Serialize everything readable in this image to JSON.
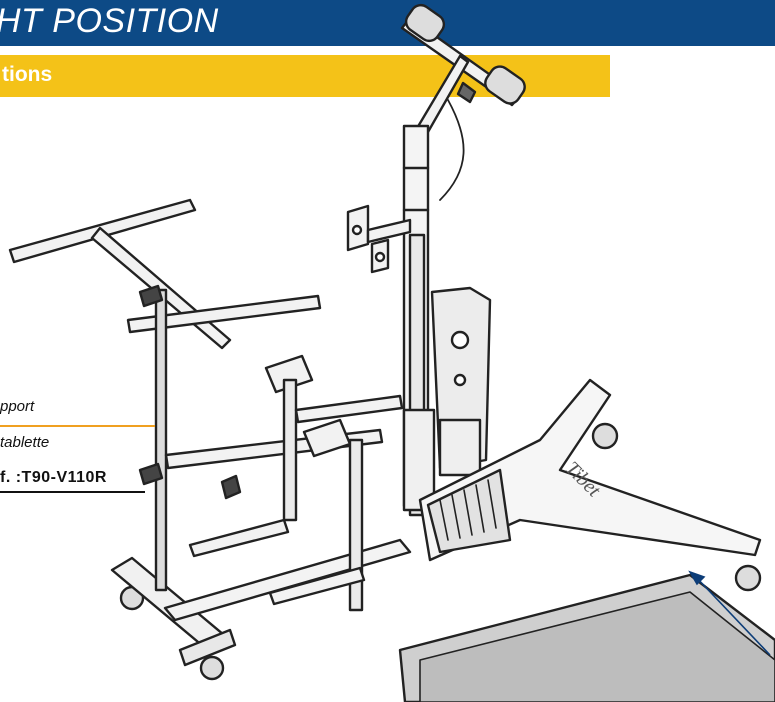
{
  "header": {
    "title": "HT POSITION",
    "band_color": "#0d4a86"
  },
  "section": {
    "title": "tions",
    "band_color": "#f4c218"
  },
  "callouts": {
    "item1": "pport",
    "item2": "tablette",
    "reference": "f. :T90-V110R"
  },
  "figure": {
    "base_logo_text": "Tibet",
    "arrow_color": "#0d3d78"
  }
}
